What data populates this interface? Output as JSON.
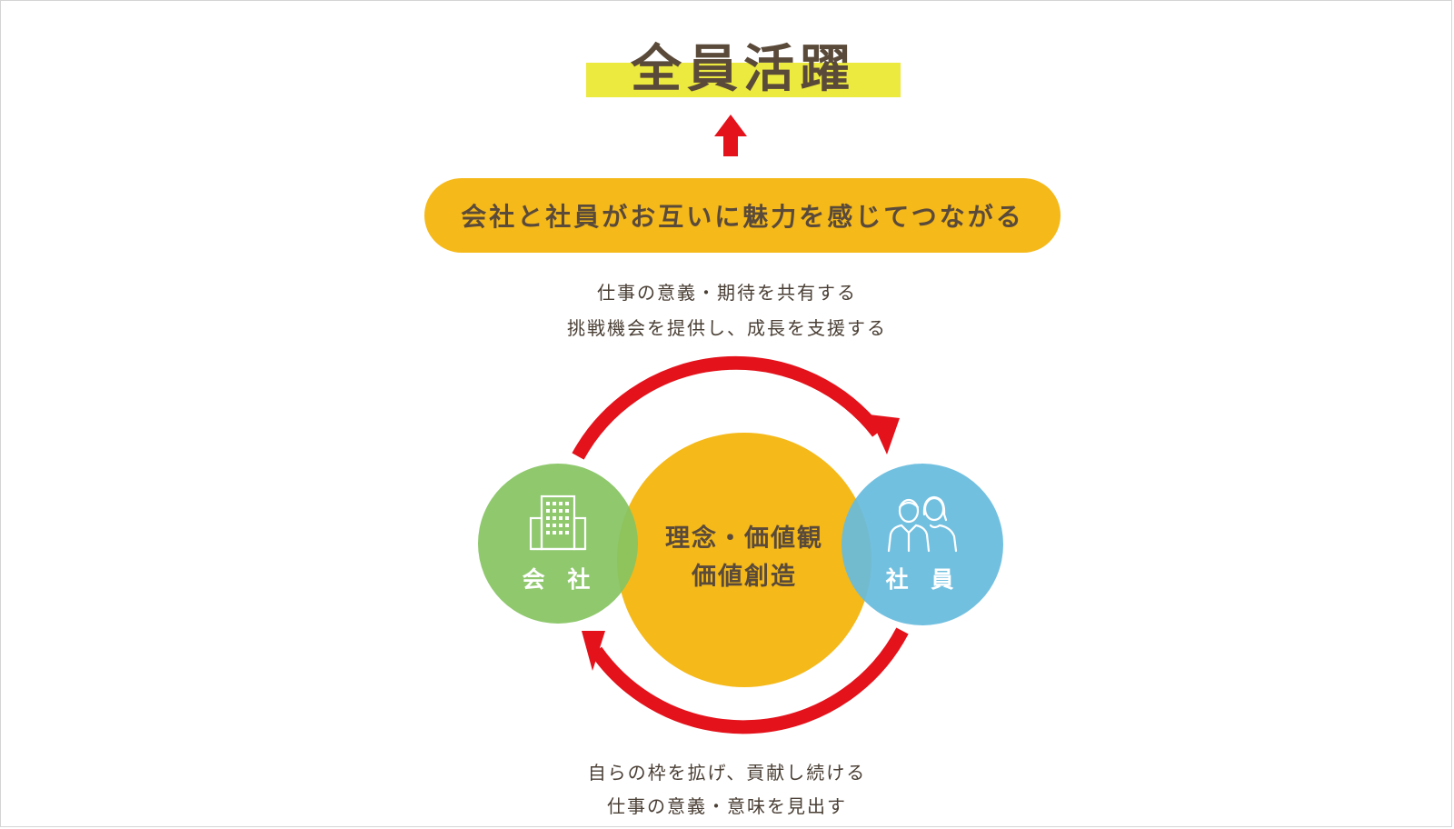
{
  "title": "全員活躍",
  "banner": "会社と社員がお互いに魅力を感じてつながる",
  "top_text": [
    "仕事の意義・期待を共有する",
    "挑戦機会を提供し、成長を支援する"
  ],
  "bottom_text": [
    "自らの枠を拡げ、貢献し続ける",
    "仕事の意義・意味を見出す"
  ],
  "center": [
    "理念・価値観",
    "価値創造"
  ],
  "left_label": "会 社",
  "right_label": "社 員",
  "icons": {
    "left": "office-building-icon",
    "right": "people-icon"
  },
  "colors": {
    "highlight": "#ece93f",
    "banner": "#f5b91a",
    "center": "#f5b91a",
    "company": "#86c462",
    "employee": "#67bbde",
    "arrow": "#e3121b",
    "text": "#5a4a3a"
  }
}
